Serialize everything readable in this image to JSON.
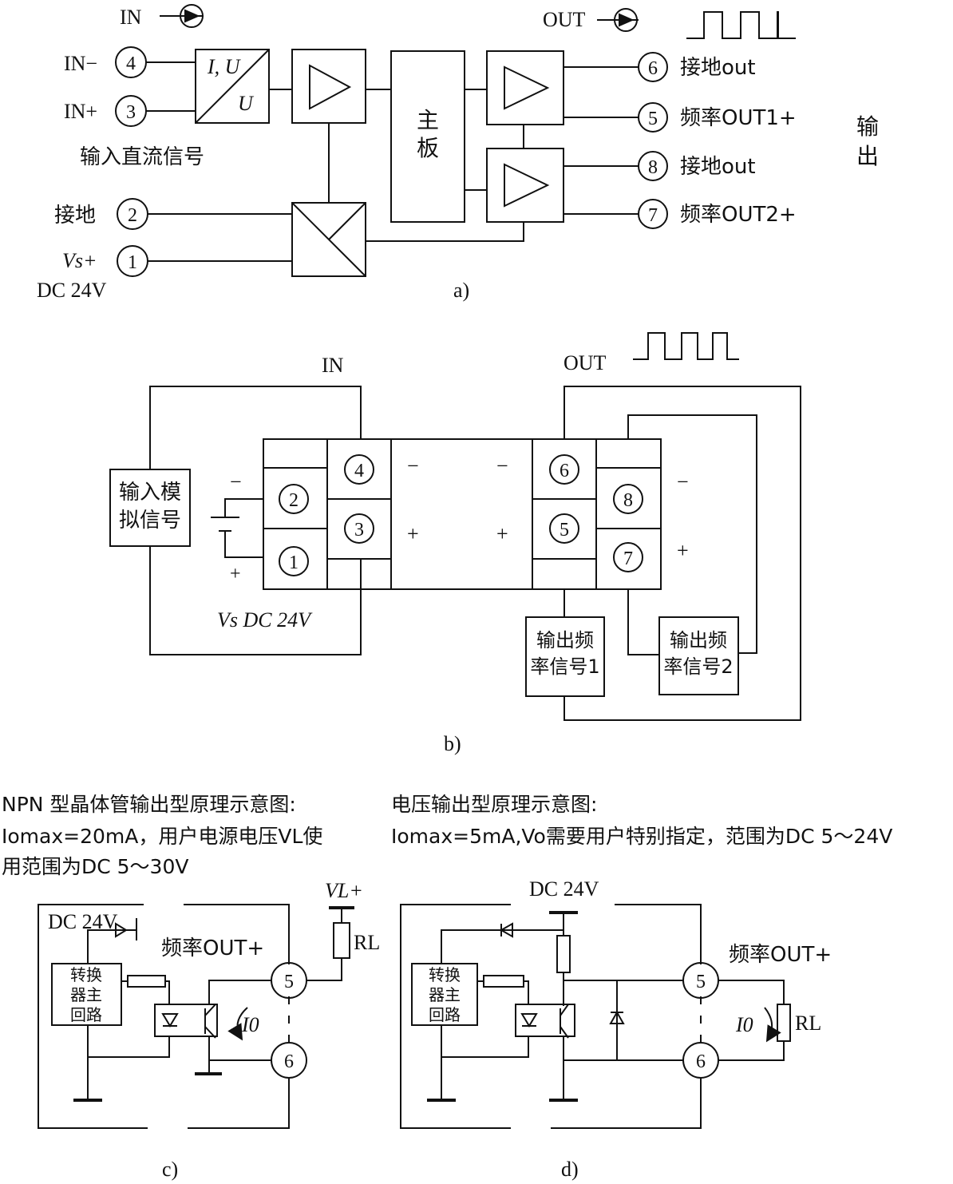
{
  "a": {
    "in_label": "IN",
    "out_label": "OUT",
    "pins": [
      {
        "num": "4",
        "label": "IN−"
      },
      {
        "num": "3",
        "label": "IN+"
      },
      {
        "num": "2",
        "label": "接地"
      },
      {
        "num": "1",
        "label": "Vs+"
      }
    ],
    "supply": "DC 24V",
    "input_desc": "输入直流信号",
    "converter_top": "I, U",
    "converter_bottom": "U",
    "mainboard": "主板",
    "outputs": [
      {
        "num": "6",
        "label": "接地out"
      },
      {
        "num": "5",
        "label": "频率OUT1+"
      },
      {
        "num": "8",
        "label": "接地out"
      },
      {
        "num": "7",
        "label": "频率OUT2+"
      }
    ],
    "output_group": "输出",
    "caption": "a)"
  },
  "b": {
    "in_label": "IN",
    "out_label": "OUT",
    "input_box": "输入模拟信号",
    "supply": "Vs DC 24V",
    "terminals": [
      "4",
      "2",
      "3",
      "1",
      "6",
      "5",
      "8",
      "7"
    ],
    "signs": {
      "minus": "−",
      "plus": "+"
    },
    "out_box1": "输出频率信号1",
    "out_box2": "输出频率信号2",
    "caption": "b)"
  },
  "c": {
    "title": "NPN 型晶体管输出型原理示意图:",
    "desc_line1": "Iomax=20mA，用户电源电压VL使",
    "desc_line2": "用范围为DC 5～30V",
    "supply": "DC 24V",
    "vl": "VL+",
    "rl": "RL",
    "out": "频率OUT+",
    "main_circuit": "转换器主回路",
    "current": "I0",
    "pin_top": "5",
    "pin_bottom": "6",
    "caption": "c)"
  },
  "d": {
    "title": "电压输出型原理示意图:",
    "desc": "Iomax=5mA,Vo需要用户特别指定，范围为DC 5～24V",
    "supply": "DC 24V",
    "out": "频率OUT+",
    "rl": "RL",
    "main_circuit": "转换器主回路",
    "current": "I0",
    "pin_top": "5",
    "pin_bottom": "6",
    "caption": "d)"
  }
}
